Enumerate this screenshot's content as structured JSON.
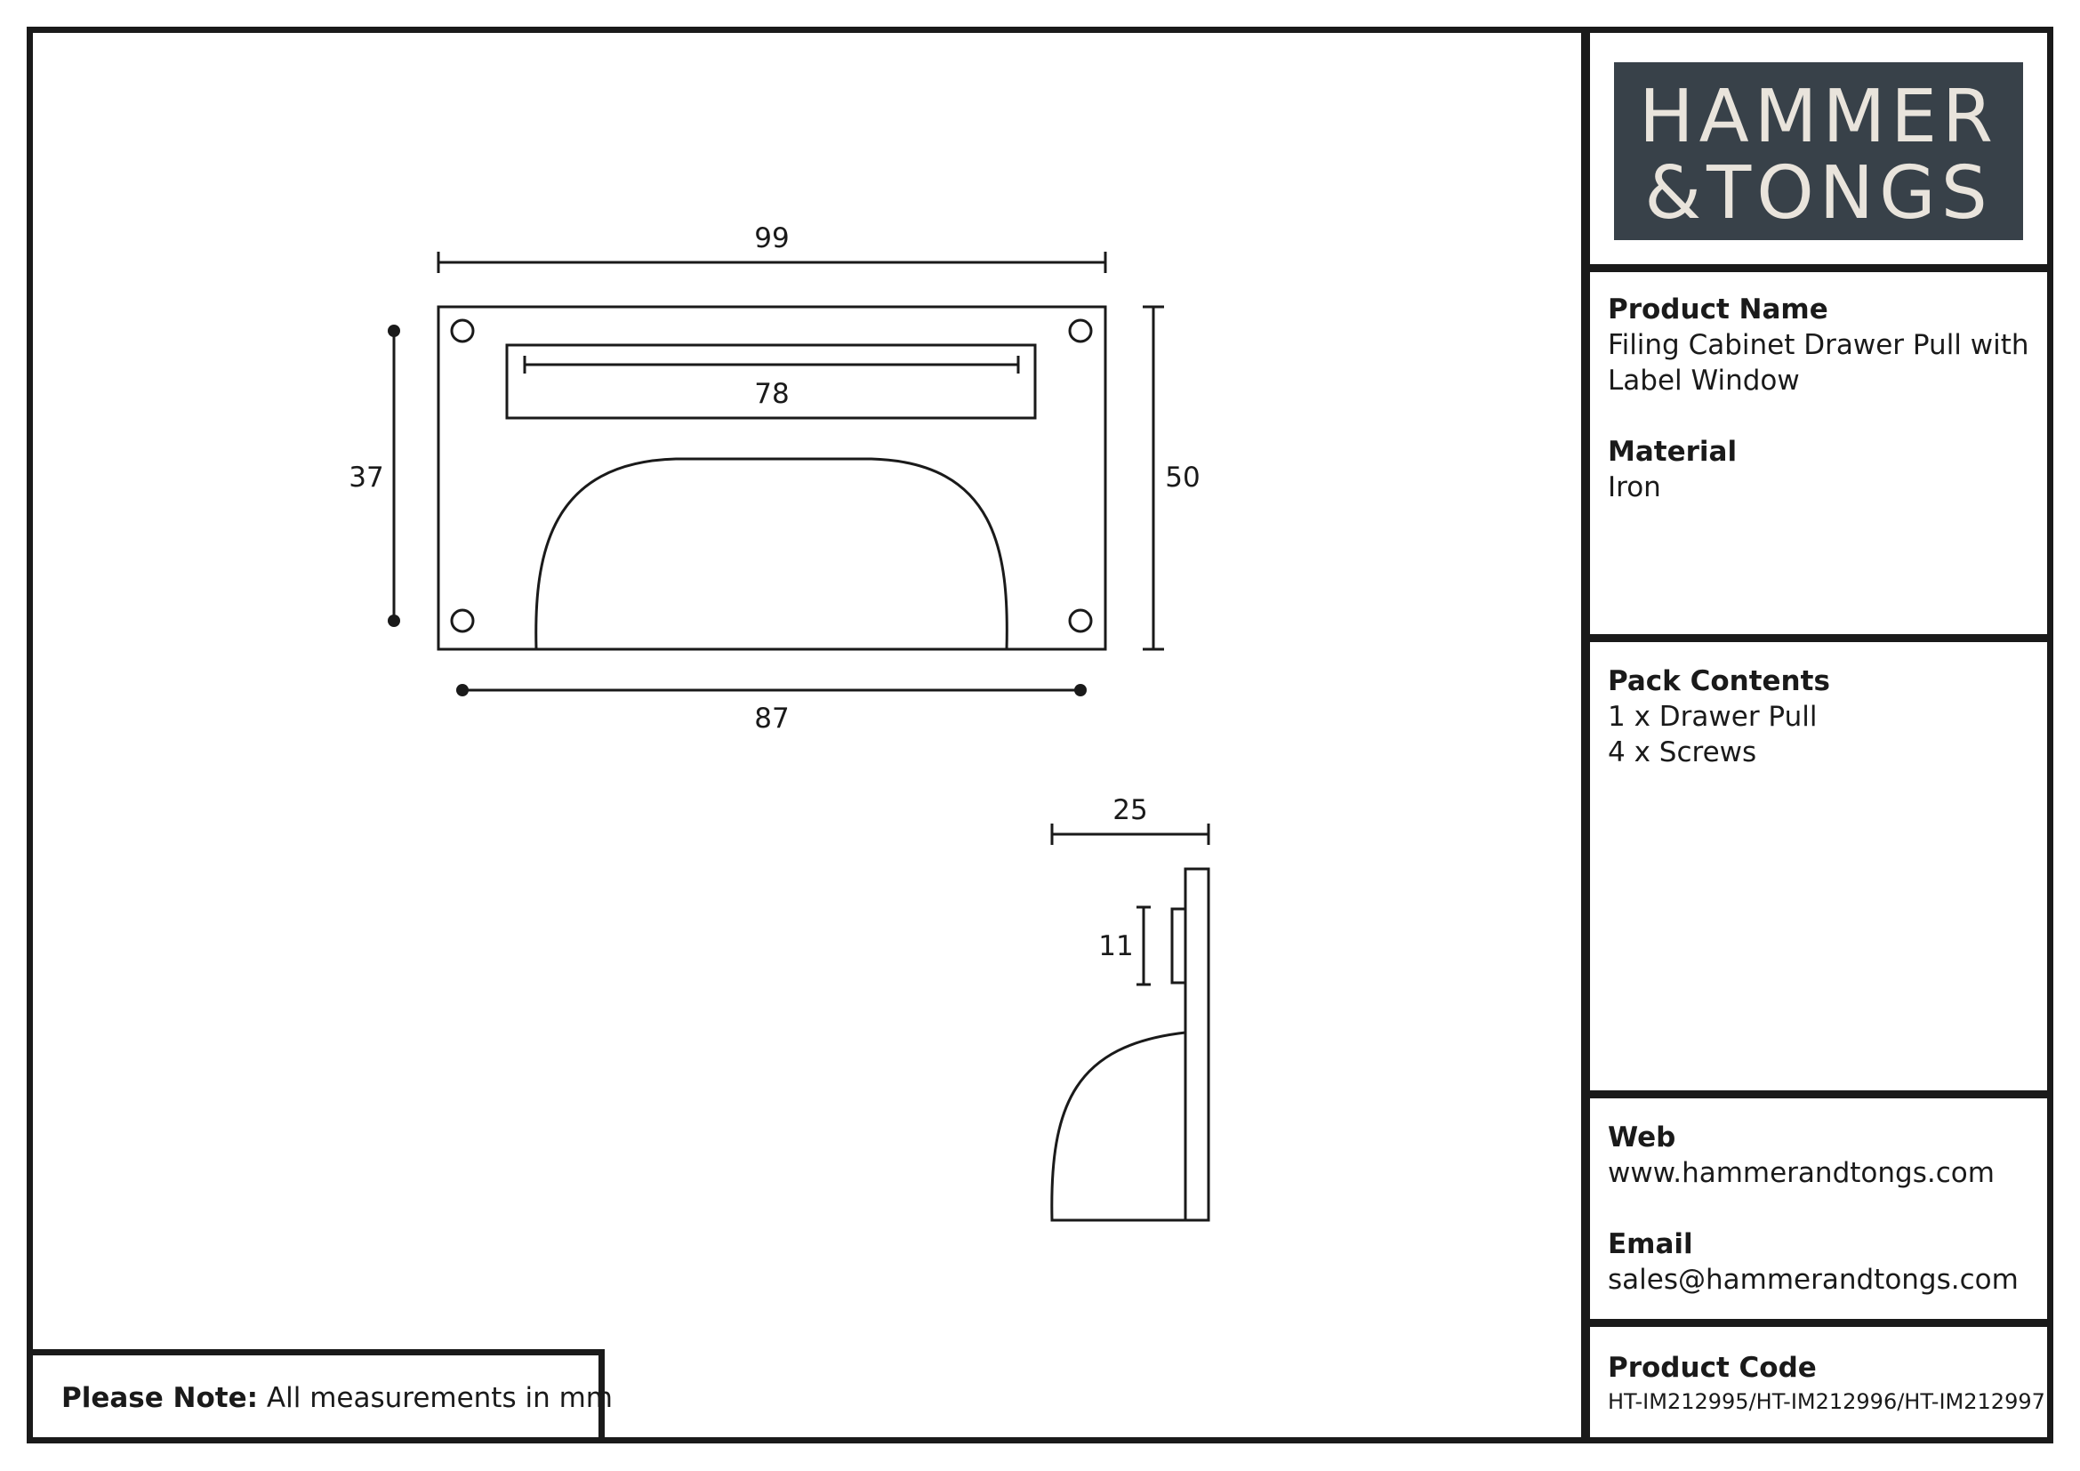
{
  "brand": {
    "line1": "HAMMER",
    "line2": "&TONGS",
    "bg_color": "#384149",
    "text_color": "#e9e4dc"
  },
  "note": {
    "label": "Please Note:",
    "text": "All measurements in mm"
  },
  "product_name": {
    "heading": "Product Name",
    "value": "Filing Cabinet Drawer Pull with Label Window"
  },
  "material": {
    "heading": "Material",
    "value": "Iron"
  },
  "pack_contents": {
    "heading": "Pack Contents",
    "items": [
      "1 x Drawer Pull",
      "4 x Screws"
    ]
  },
  "web": {
    "heading": "Web",
    "value": "www.hammerandtongs.com"
  },
  "email": {
    "heading": "Email",
    "value": "sales@hammerandtongs.com"
  },
  "product_code": {
    "heading": "Product Code",
    "value": "HT-IM212995/HT-IM212996/HT-IM212997"
  },
  "dimensions": {
    "width": "99",
    "window_width": "78",
    "hole_vertical": "37",
    "height": "50",
    "hole_horizontal": "87",
    "depth": "25",
    "window_depth": "11"
  }
}
